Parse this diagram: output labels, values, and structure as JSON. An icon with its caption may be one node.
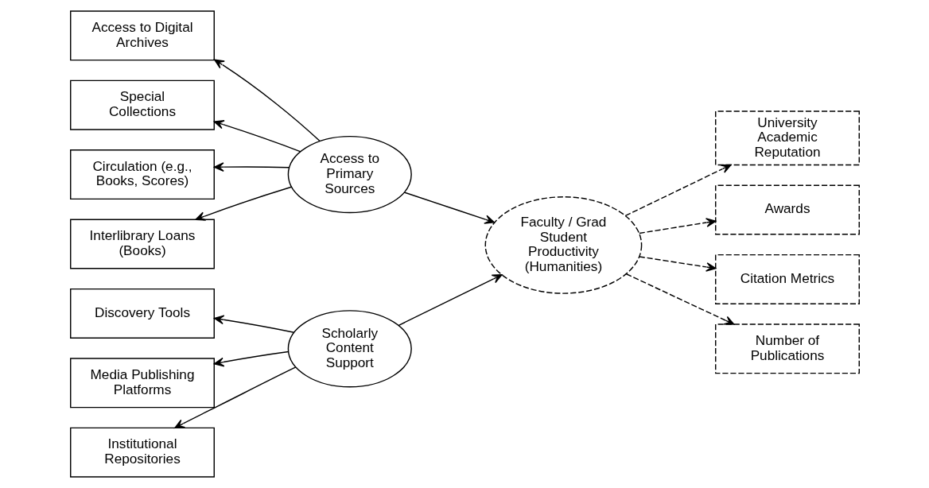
{
  "diagram": {
    "nodes": [
      {
        "text": [
          "Access to Digital Archives"
        ]
      },
      {
        "text": [
          "Special Collections"
        ]
      },
      {
        "text": [
          "Circulation (e.g., Books, Scores)"
        ]
      },
      {
        "text": [
          "Interlibrary Loans (Books)"
        ]
      },
      {
        "text": [
          "Access to Primary Sources"
        ]
      },
      {
        "text": [
          "Discovery Tools"
        ]
      },
      {
        "text": [
          "Media Publishing Platforms"
        ]
      },
      {
        "text": [
          "Institutional Repositories"
        ]
      },
      {
        "text": [
          "Scholarly Content Support"
        ]
      },
      {
        "text": [
          "Faculty / Grad Student Productivity (Humanities)"
        ]
      },
      {
        "text": [
          "University Academic Reputation"
        ]
      },
      {
        "text": [
          "Awards"
        ]
      },
      {
        "text": [
          "Citation Metrics"
        ]
      },
      {
        "text": [
          "Number of Publications"
        ]
      }
    ],
    "edges": [
      {
        "from": 4,
        "to": 0,
        "arrow": "to"
      },
      {
        "from": 4,
        "to": 1,
        "arrow": "to"
      },
      {
        "from": 4,
        "to": 2,
        "arrow": "to"
      },
      {
        "from": 4,
        "to": 3,
        "arrow": "to"
      },
      {
        "from": 8,
        "to": 5,
        "arrow": "to"
      },
      {
        "from": 8,
        "to": 6,
        "arrow": "to"
      },
      {
        "from": 8,
        "to": 7,
        "arrow": "to"
      },
      {
        "from": 4,
        "to": 9,
        "arrow": "to"
      },
      {
        "from": 8,
        "to": 9,
        "arrow": "to"
      },
      {
        "from": 9,
        "to": 10,
        "arrow": "to",
        "style": "dashed"
      },
      {
        "from": 9,
        "to": 11,
        "arrow": "to",
        "style": "dashed"
      },
      {
        "from": 9,
        "to": 12,
        "arrow": "to",
        "style": "dashed"
      },
      {
        "from": 9,
        "to": 13,
        "arrow": "to",
        "style": "dashed"
      }
    ]
  }
}
